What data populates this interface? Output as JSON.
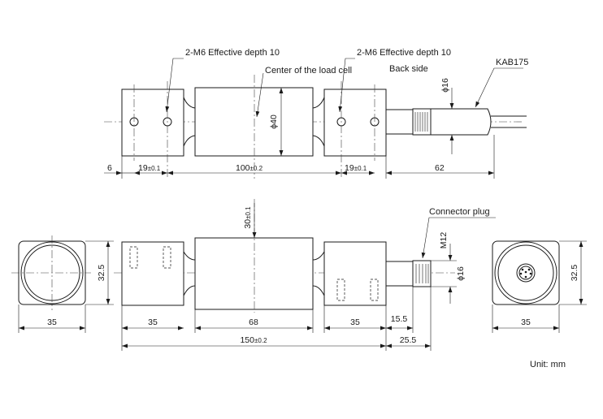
{
  "labels": {
    "thread_left": "2-M6 Effective depth 10",
    "thread_right": "2-M6 Effective depth 10",
    "center_of_load_cell": "Center of the load cell",
    "back_side": "Back side",
    "cable": "KAB175",
    "connector_plug": "Connector plug",
    "units": "Unit: mm"
  },
  "top_view": {
    "dim_6": "6",
    "dim_19_left": "19",
    "dim_19_left_tol": "±0.1",
    "dim_100": "100",
    "dim_100_tol": "±0.2",
    "dim_19_right": "19",
    "dim_19_right_tol": "±0.1",
    "dim_62": "62",
    "dia_40": "ϕ40",
    "dia_16": "ϕ16"
  },
  "side_view": {
    "dim_30": "30",
    "dim_30_tol": "±0.1",
    "dim_35_a": "35",
    "dim_68": "68",
    "dim_35_b": "35",
    "dim_15_5": "15.5",
    "dim_150": "150",
    "dim_150_tol": "±0.2",
    "dim_25_5": "25.5",
    "m12": "M12",
    "dia_16": "ϕ16"
  },
  "end_views": {
    "left_height": "32.5",
    "left_width": "35",
    "right_height": "32.5",
    "right_width": "35"
  }
}
